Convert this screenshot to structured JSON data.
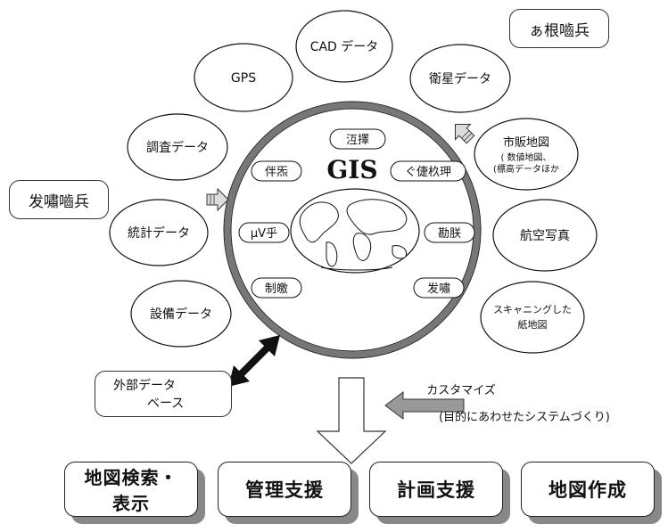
{
  "gis_title": "GIS",
  "inner_labels": [
    "沍擇",
    "伴炁",
    "ぐ倢杦玾",
    "µV乎",
    "勘朕",
    "制皦",
    "发嘯"
  ],
  "data_sources": [
    "CAD データ",
    "GPS",
    "衛星データ",
    "調査データ",
    "統計データ",
    "設備データ",
    "航空写真",
    "スキャニングした",
    "紙地図"
  ],
  "commercial_map": {
    "title": "市販地図",
    "line1": "( 数値地図、",
    "line2": "(標高データほか"
  },
  "corner_top_right": "ぁ根嚙兵",
  "corner_left": "发嘯嚙兵",
  "external_db": {
    "line1": "外部データ",
    "line2": "ベース"
  },
  "customize": {
    "title": "カスタマイズ",
    "subtitle": "(目的にあわせたシステムづくり)"
  },
  "outputs": [
    "地図検索・",
    "表示",
    "管理支援",
    "計画支援",
    "地図作成"
  ]
}
